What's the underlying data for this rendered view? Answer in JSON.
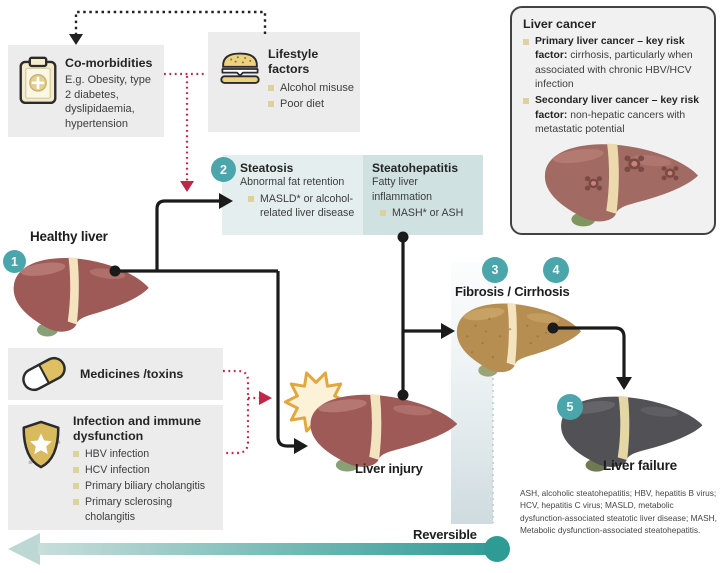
{
  "boxes": {
    "comorbidities": {
      "title": "Co-morbidities",
      "body": "E.g. Obesity, type 2 diabetes, dyslipidaemia, hypertension"
    },
    "lifestyle": {
      "title": "Lifestyle factors",
      "items": [
        "Alcohol misuse",
        "Poor diet"
      ]
    },
    "liver_cancer": {
      "title": "Liver cancer",
      "items": [
        {
          "lead": "Primary liver cancer – key risk factor:",
          "text": " cirrhosis, particularly when associated with chronic HBV/HCV infection"
        },
        {
          "lead": "Secondary liver cancer – key risk factor:",
          "text": " non-hepatic cancers with metastatic potential"
        }
      ]
    },
    "steatosis": {
      "badge": "2",
      "title": "Steatosis",
      "subtitle": "Abnormal fat retention",
      "items": [
        "MASLD* or alcohol-related liver disease"
      ]
    },
    "steatohepatitis": {
      "title": "Steatohepatitis",
      "subtitle": "Fatty liver inflammation",
      "items": [
        "MASH* or ASH"
      ]
    },
    "medicines": {
      "title": "Medicines /toxins"
    },
    "infection": {
      "title": "Infection and immune dysfunction",
      "items": [
        "HBV infection",
        "HCV infection",
        "Primary biliary cholangitis",
        "Primary sclerosing cholangitis"
      ]
    }
  },
  "stages": {
    "healthy": {
      "badge": "1",
      "label": "Healthy liver"
    },
    "injury": {
      "label": "Liver injury"
    },
    "fibrosis": {
      "badges": [
        "3",
        "4"
      ],
      "label": "Fibrosis / Cirrhosis"
    },
    "failure": {
      "badge": "5",
      "label": "Liver failure"
    }
  },
  "reversible_label": "Reversible",
  "footnote": "ASH, alcoholic steatohepatitis; HBV, hepatitis B virus; HCV, hepatitis C virus; MASLD, metabolic dysfunction-associated steatotic liver disease; MASH, Metabolic dysfunction-associated steatohepatitis.",
  "icons": {
    "comorbidities": "clipboard-medical-icon",
    "lifestyle": "burger-icon",
    "medicines": "pill-capsule-icon",
    "infection": "shield-star-icon"
  },
  "colors": {
    "badge_teal": "#4AA6AB",
    "box_gray": "#ECECEC",
    "steatosis_bg": "#E4EEEE",
    "steatohepatitis_bg": "#CFE1E1",
    "connector_black": "#1B1B1B",
    "dotted_red": "#BF2746",
    "reversible_teal_dark": "#2F9B95",
    "reversible_teal_light": "#C8DEDB",
    "bullet_gold": "#DED1A0",
    "healthy_liver": "#9D5A57",
    "cirrhosis_liver": "#B68E52",
    "failure_liver": "#515156",
    "cancer_liver": "#A16A62",
    "starburst_gold": "#E2A83D"
  }
}
